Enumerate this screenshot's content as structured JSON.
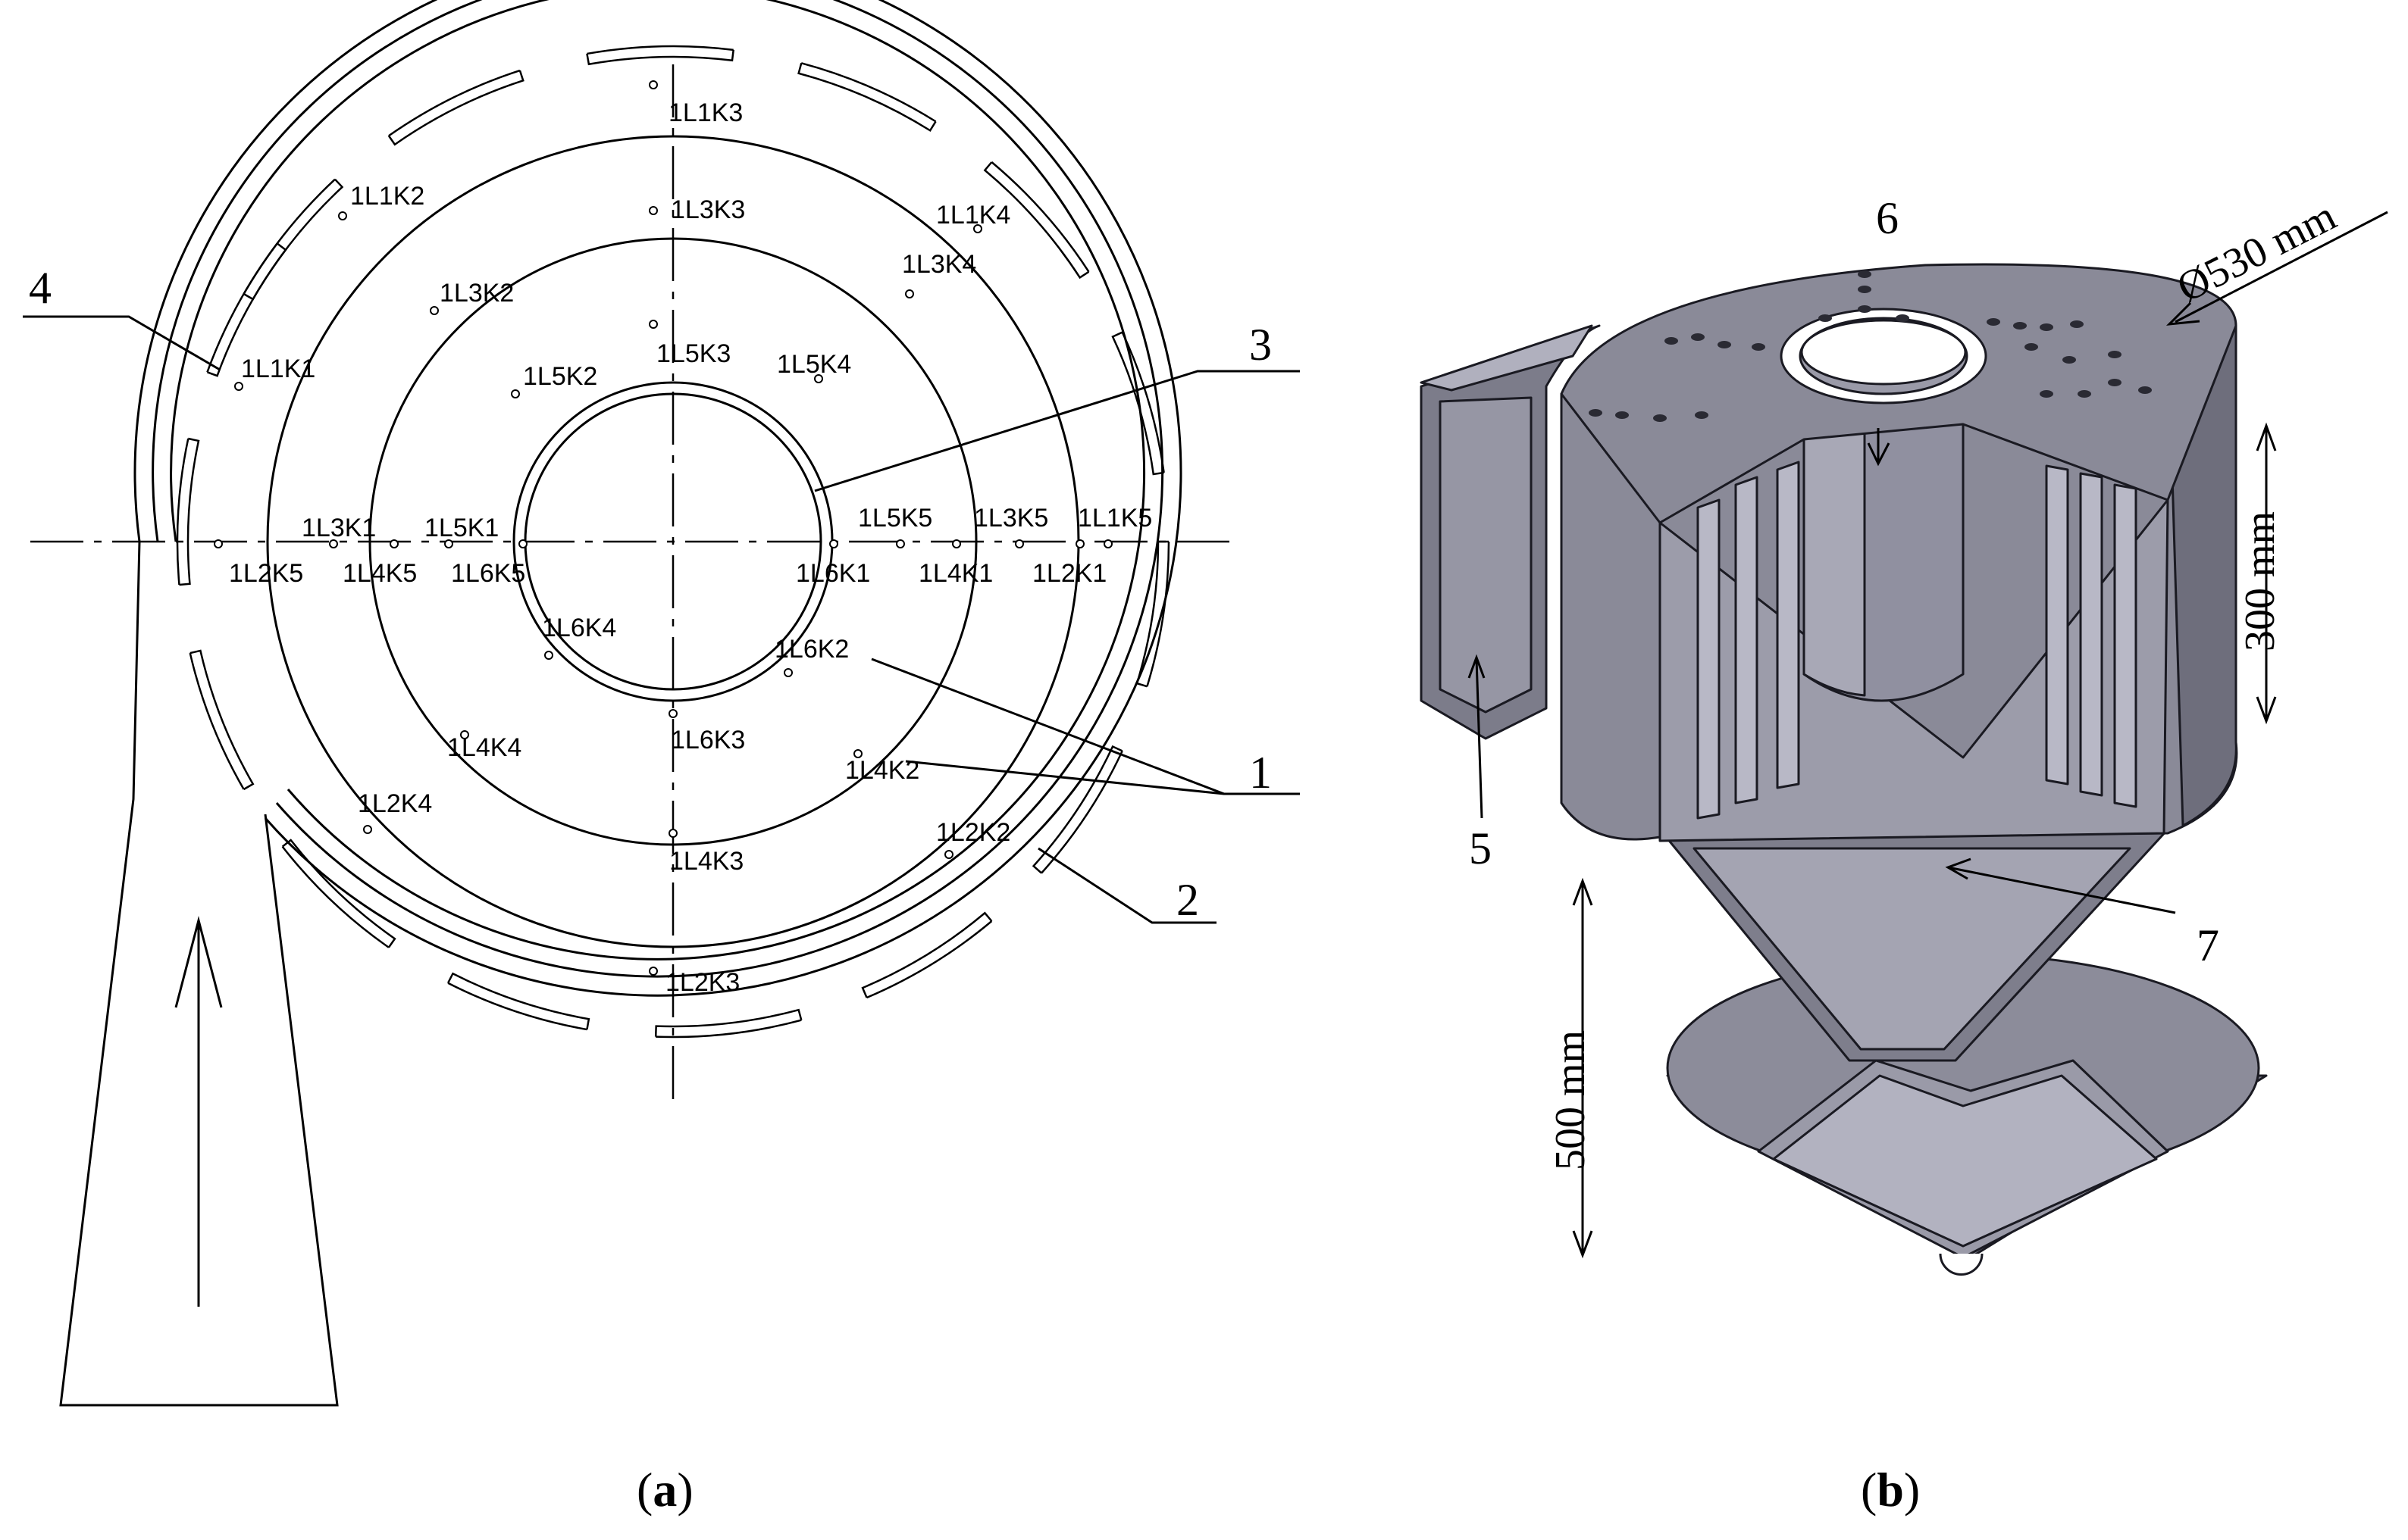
{
  "panel_a": {
    "caption": {
      "open": "(",
      "letter": "a",
      "close": ")"
    },
    "callouts": [
      "4",
      "3",
      "1",
      "2"
    ],
    "points": [
      "1L1K3",
      "1L1K2",
      "1L3K3",
      "1L1K4",
      "1L3K4",
      "1L3K2",
      "1L5K3",
      "1L1K1",
      "1L5K2",
      "1L5K4",
      "1L3K1",
      "1L5K1",
      "1L5K5",
      "1L3K5",
      "1L1K5",
      "1L2K5",
      "1L4K5",
      "1L6K5",
      "1L6K1",
      "1L4K1",
      "1L2K1",
      "1L6K4",
      "1L6K2",
      "1L6K3",
      "1L4K4",
      "1L4K2",
      "1L2K4",
      "1L2K2",
      "1L4K3",
      "1L2K3"
    ]
  },
  "panel_b": {
    "caption": {
      "open": "(",
      "letter": "b",
      "close": ")"
    },
    "callouts": [
      "6",
      "5",
      "7"
    ],
    "dimensions": {
      "diameter": "Ø530 mm",
      "height_upper": "300 mm",
      "height_lower": "500 mm"
    }
  },
  "colors": {
    "body": "#8a8a98",
    "body_light": "#a6a6b4",
    "body_dark": "#5f5f6c",
    "outline": "#1a1a22"
  }
}
